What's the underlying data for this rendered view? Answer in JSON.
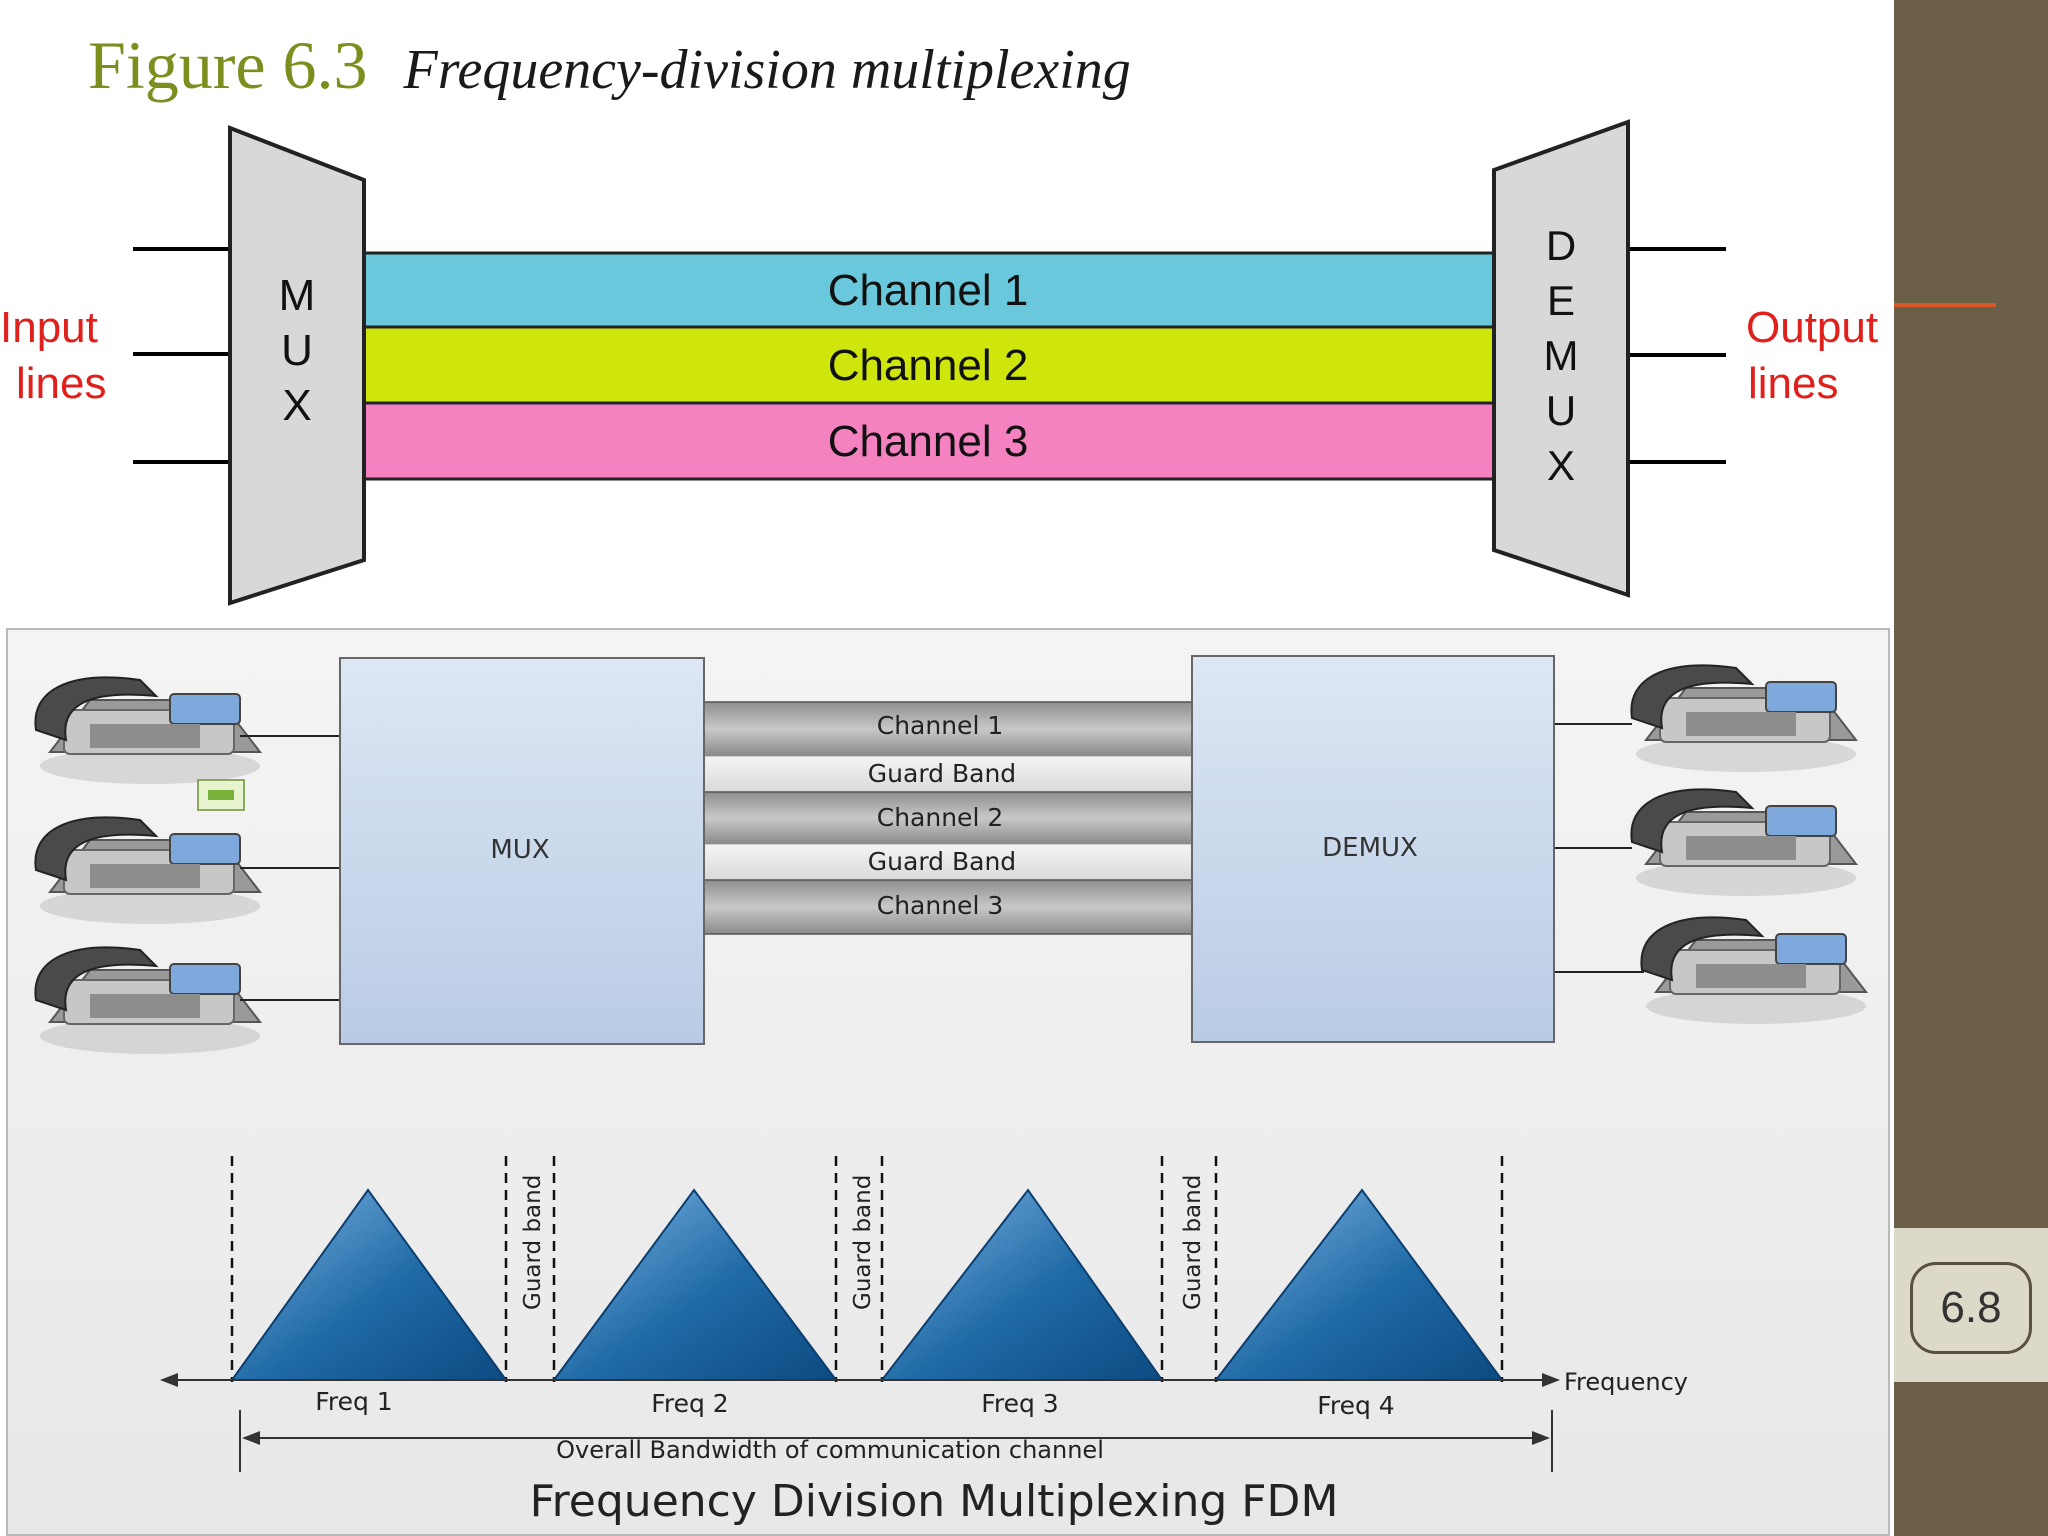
{
  "figure": {
    "number": "Figure 6.3",
    "caption": "Frequency-division multiplexing"
  },
  "page_number": "6.8",
  "top_diagram": {
    "input_label": [
      "Input",
      "lines"
    ],
    "output_label": [
      "Output",
      "lines"
    ],
    "mux_letters": [
      "M",
      "U",
      "X"
    ],
    "demux_letters": [
      "D",
      "E",
      "M",
      "U",
      "X"
    ],
    "channels": [
      {
        "label": "Channel 1",
        "color": "#6ac8dc"
      },
      {
        "label": "Channel 2",
        "color": "#cfe60c"
      },
      {
        "label": "Channel 3",
        "color": "#f482c0"
      }
    ]
  },
  "bottom_diagram": {
    "mux_label": "MUX",
    "demux_label": "DEMUX",
    "bands": [
      "Channel 1",
      "Guard Band",
      "Channel 2",
      "Guard Band",
      "Channel 3"
    ],
    "guard_band_label": "Guard band",
    "freq_labels": [
      "Freq 1",
      "Freq 2",
      "Freq 3",
      "Freq 4"
    ],
    "axis_label": "Frequency",
    "bandwidth_label": "Overall Bandwidth of communication channel",
    "title": "Frequency Division Multiplexing FDM"
  },
  "colors": {
    "label_red": "#e0201c",
    "figure_green": "#7a8f1d",
    "sidebar": "#6b5f48",
    "accent_orange": "#d8582a",
    "triangle_blue": "#1f6aa5"
  }
}
